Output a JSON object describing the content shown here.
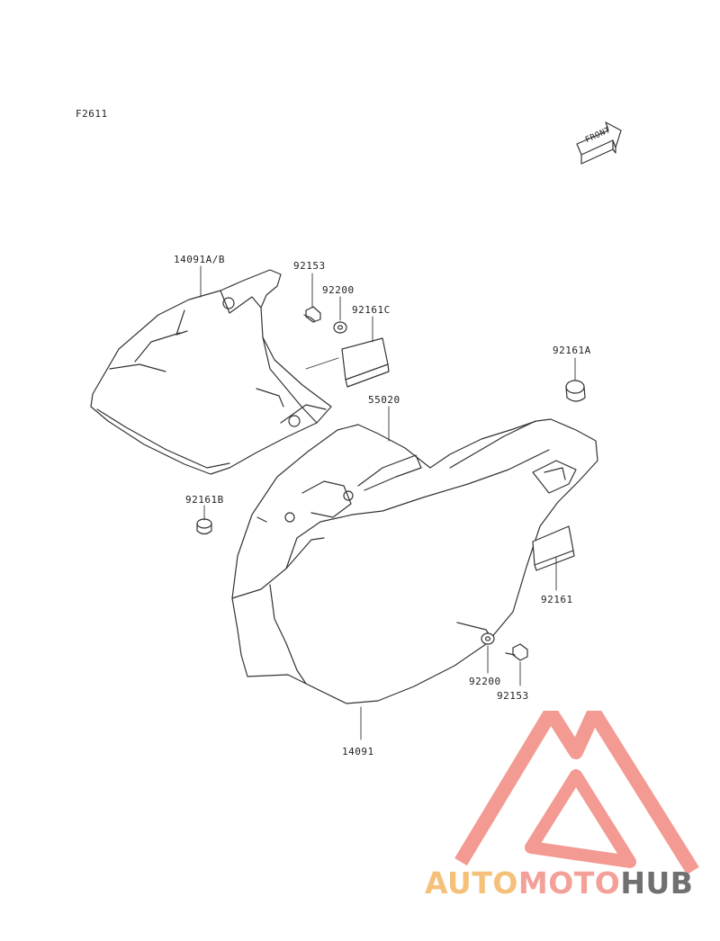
{
  "figure_code": "F2611",
  "front_label": "FRONT",
  "callouts": {
    "p14091ab": "14091A/B",
    "p92153_top": "92153",
    "p92200_top": "92200",
    "p92161c": "92161C",
    "p92161a": "92161A",
    "p55020": "55020",
    "p92161b": "92161B",
    "p92161": "92161",
    "p92200_bot": "92200",
    "p92153_bot": "92153",
    "p14091": "14091"
  },
  "watermark": {
    "part1": "AUTO",
    "part2": "MOTO",
    "part3": "HUB",
    "colors": {
      "auto": "#f5c07a",
      "moto": "#f3a198",
      "hub": "#707070",
      "logo": "#f39a92"
    }
  }
}
